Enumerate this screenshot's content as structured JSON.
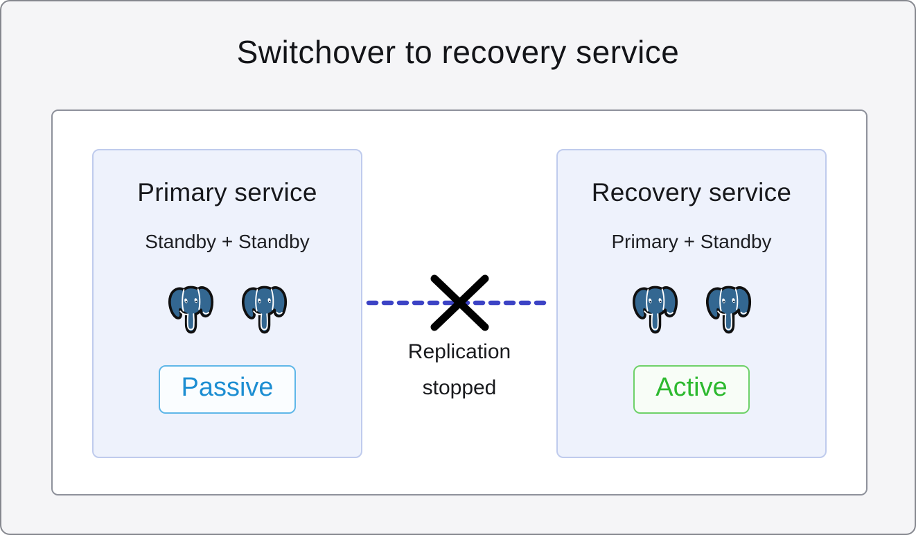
{
  "page": {
    "title": "Switchover to recovery service"
  },
  "colors": {
    "frame_background": "#f5f5f7",
    "frame_border": "#85878e",
    "canvas_background": "#ffffff",
    "canvas_border": "#8e919b",
    "card_background": "#eef2fc",
    "card_border": "#bfcbed",
    "replication_line": "#3c43c5",
    "cross_mark": "#000000",
    "postgres_blue": "#336791",
    "passive_text": "#1d8ed2",
    "passive_border": "#5fb7e8",
    "passive_background": "#fafdff",
    "active_text": "#2db92f",
    "active_border": "#6ed169",
    "active_background": "#f8fdf7"
  },
  "diagram": {
    "cards": [
      {
        "title": "Primary service",
        "subtitle": "Standby + Standby",
        "status": {
          "label": "Passive",
          "state": "passive"
        },
        "icons": [
          "postgresql-elephant-icon",
          "postgresql-elephant-icon"
        ]
      },
      {
        "title": "Recovery service",
        "subtitle": "Primary + Standby",
        "status": {
          "label": "Active",
          "state": "active"
        },
        "icons": [
          "postgresql-elephant-icon",
          "postgresql-elephant-icon"
        ]
      }
    ],
    "connector": {
      "type": "dashed-line-broken-cross",
      "label_line1": "Replication",
      "label_line2": "stopped"
    }
  }
}
